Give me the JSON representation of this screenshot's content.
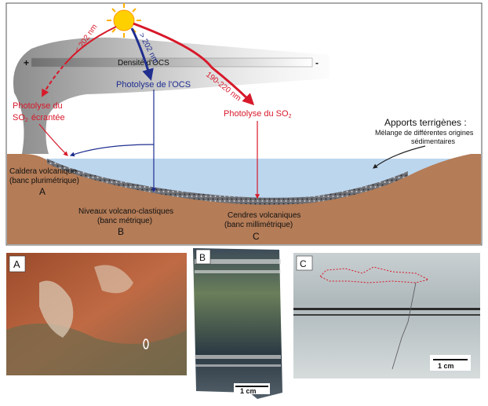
{
  "diagram": {
    "ocs_density_label": "Densité d'OCS",
    "plus_sign": "+",
    "minus_sign": "-",
    "wavelength_lt202": "< 202 nm",
    "wavelength_gt202": "> 202 nm",
    "wavelength_190_220": "190-220 nm",
    "photolysis_ocs": "Photolyse de l'OCS",
    "photolysis_so2_screened_line1": "Photolyse du",
    "photolysis_so2_screened_line2_prefix": "SO",
    "photolysis_so2_screened_line2_sub": "2",
    "photolysis_so2_screened_line2_suffix": "écrantée",
    "photolysis_so2_prefix": "Photolyse du SO",
    "photolysis_so2_sub": "2",
    "terrigenous_title": "Apports terrigènes :",
    "terrigenous_line1": "Mélange de différentes origines",
    "terrigenous_line2": "sédimentaires",
    "caldera_line1": "Caldera volcanique",
    "caldera_line2": "(banc plurimétrique)",
    "caldera_letter": "A",
    "volcano_clastic_line1": "Niveaux volcano-clastiques",
    "volcano_clastic_line2": "(banc métrique)",
    "volcano_clastic_letter": "B",
    "ash_line1": "Cendres volcaniques",
    "ash_line2": "(banc millimétrique)",
    "ash_letter": "C"
  },
  "photos": {
    "a_label": "A",
    "b_label": "B",
    "c_label": "C",
    "b_scale": "1 cm",
    "c_scale": "1 cm"
  },
  "colors": {
    "red": "#d7192a",
    "blue": "#1f2e8f",
    "sediment": "#b47c57",
    "water": "#bcd6ee",
    "sun": "#ffd000"
  }
}
